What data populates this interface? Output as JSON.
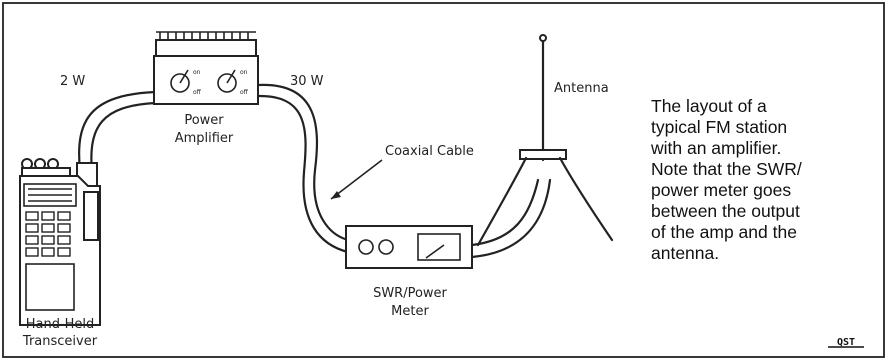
{
  "labels": {
    "two_watts": "2 W",
    "thirty_watts": "30 W",
    "power_amp_line1": "Power",
    "power_amp_line2": "Amplifier",
    "antenna": "Antenna",
    "coax": "Coaxial Cable",
    "swr_line1": "SWR/Power",
    "swr_line2": "Meter",
    "handheld_line1": "Hand-Held",
    "handheld_line2": "Transceiver",
    "qst_logo": "QST"
  },
  "caption": {
    "lines": [
      "The layout of a",
      "typical FM station",
      "with an amplifier.",
      "Note that the SWR/",
      "power meter goes",
      "between the output",
      "of the amp and the",
      "antenna."
    ]
  }
}
